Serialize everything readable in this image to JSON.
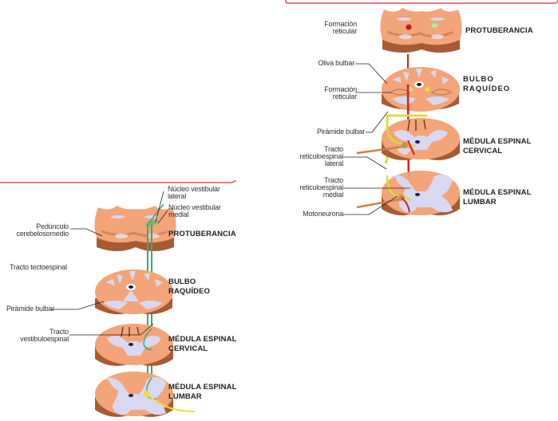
{
  "right_panel": {
    "title": "Vía reticuloespinal",
    "levels": [
      {
        "id": "protuberancia",
        "lines": [
          "PROTUBERANCIA"
        ]
      },
      {
        "id": "bulbo",
        "lines": [
          "BULBO",
          "RAQUÍDEO"
        ]
      },
      {
        "id": "cervical",
        "lines": [
          "MÉDULA ESPINAL",
          "CERVICAL"
        ]
      },
      {
        "id": "lumbar",
        "lines": [
          "MÉDULA ESPINAL",
          "LUMBAR"
        ]
      }
    ],
    "labels": [
      {
        "id": "formacion-reticular-pons",
        "lines": [
          "Formación",
          "reticular"
        ]
      },
      {
        "id": "oliva-bulbar",
        "lines": [
          "Oliva bulbar"
        ]
      },
      {
        "id": "formacion-reticular-bulbo",
        "lines": [
          "Formación",
          "reticular"
        ]
      },
      {
        "id": "piramide-bulbar",
        "lines": [
          "Pirámide bulbar"
        ]
      },
      {
        "id": "tracto-lateral",
        "lines": [
          "Tracto",
          "reticuloespinal",
          "lateral"
        ]
      },
      {
        "id": "tracto-medial",
        "lines": [
          "Tracto",
          "reticuloespinal",
          "medial"
        ]
      },
      {
        "id": "motoneurona",
        "lines": [
          "Motoneurona"
        ]
      }
    ]
  },
  "left_panel": {
    "title": "Vía vestibuloespinal",
    "levels": [
      {
        "id": "protuberancia",
        "lines": [
          "PROTUBERANCIA"
        ]
      },
      {
        "id": "bulbo",
        "lines": [
          "BULBO",
          "RAQUÍDEO"
        ]
      },
      {
        "id": "cervical",
        "lines": [
          "MÉDULA ESPINAL",
          "CERVICAL"
        ]
      },
      {
        "id": "lumbar",
        "lines": [
          "MÉDULA ESPINAL",
          "LUMBAR"
        ]
      }
    ],
    "labels": [
      {
        "id": "nucleo-vestibular-lateral",
        "lines": [
          "Núcleo vestibular",
          "lateral"
        ]
      },
      {
        "id": "nucleo-vestibular-medial",
        "lines": [
          "Núcleo vestibular",
          "medial"
        ]
      },
      {
        "id": "pedunculo",
        "lines": [
          "Pedúnculo",
          "cerebelosomedio"
        ]
      },
      {
        "id": "tracto-tectoespinal",
        "lines": [
          "Tracto tectoespinal"
        ]
      },
      {
        "id": "piramide-bulbar",
        "lines": [
          "Pirámide bulbar"
        ]
      },
      {
        "id": "tracto-vestibuloespinal",
        "lines": [
          "Tracto",
          "vestibuloespinal"
        ]
      }
    ]
  },
  "colors": {
    "tissue": "#f4a77a",
    "tissue_side": "#b8683f",
    "tissue_dark": "#8a4a2a",
    "grey_matter": "#d8d8f0",
    "reticular_tract": "#d42020",
    "vestibular_tract": "#3aa878",
    "lateral_tract": "#e8e040",
    "motor_axon": "#c8824a",
    "frame_border": "#e05050"
  }
}
